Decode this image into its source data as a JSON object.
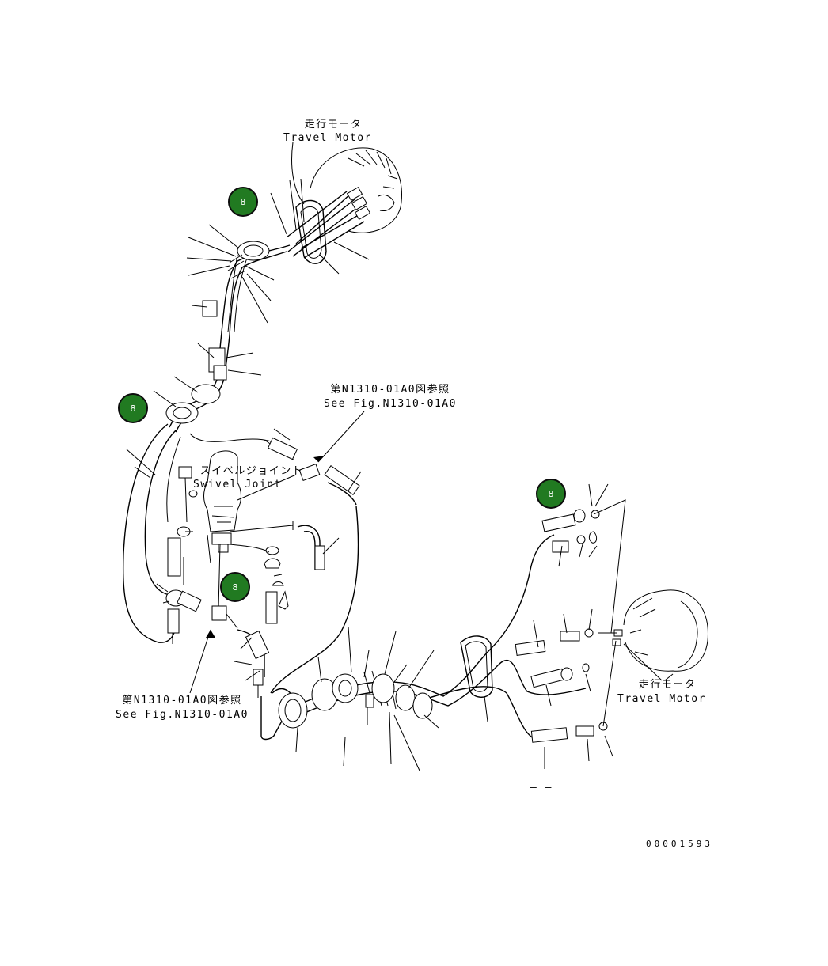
{
  "labels": {
    "travel_motor_top_jp": "走行モータ",
    "travel_motor_top_en": "Travel Motor",
    "see_fig_top_jp": "第N1310-01A0図参照",
    "see_fig_top_en": "See Fig.N1310-01A0",
    "swivel_jp": "スイベルジョイント",
    "swivel_en": "Swivel Joint",
    "travel_motor_right_jp": "走行モータ",
    "travel_motor_right_en": "Travel Motor",
    "see_fig_bottom_jp": "第N1310-01A0図参照",
    "see_fig_bottom_en": "See Fig.N1310-01A0",
    "dash_marks": "– –",
    "drawing_number": "00001593"
  },
  "callouts": [
    "8",
    "8",
    "8",
    "8"
  ],
  "colors": {
    "callout_fill": "#217a21",
    "callout_text": "#ffffff",
    "line": "#000000"
  }
}
